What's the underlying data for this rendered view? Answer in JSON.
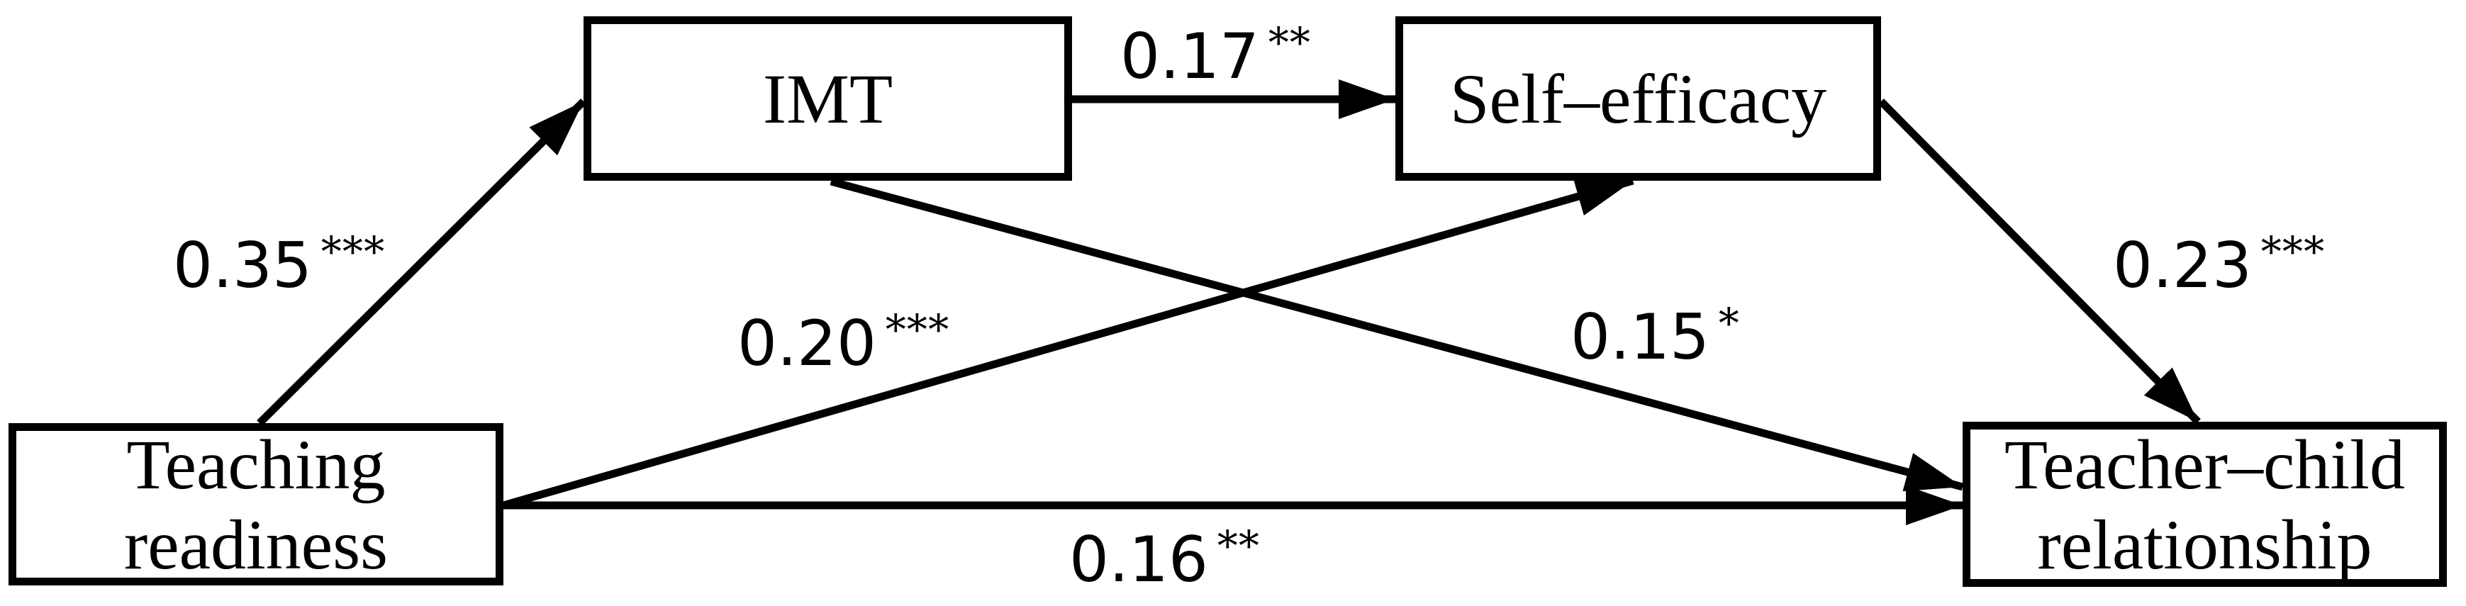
{
  "diagram": {
    "type": "path-model",
    "background_color": "#ffffff",
    "line_color": "#000000",
    "text_color": "#000000",
    "boxes": [
      {
        "id": "teaching-readiness",
        "label": "Teaching\nreadiness"
      },
      {
        "id": "imt",
        "label": "IMT"
      },
      {
        "id": "self-efficacy",
        "label": "Self–efficacy"
      },
      {
        "id": "teacher-child",
        "label": "Teacher–child\nrelationship"
      }
    ],
    "paths": [
      {
        "from": "teaching-readiness",
        "to": "imt",
        "coefficient": "0.35",
        "significance": "***"
      },
      {
        "from": "imt",
        "to": "self-efficacy",
        "coefficient": "0.17",
        "significance": "**"
      },
      {
        "from": "teaching-readiness",
        "to": "self-efficacy",
        "coefficient": "0.20",
        "significance": "***"
      },
      {
        "from": "imt",
        "to": "teacher-child",
        "coefficient": "0.15",
        "significance": "*"
      },
      {
        "from": "self-efficacy",
        "to": "teacher-child",
        "coefficient": "0.23",
        "significance": "***"
      },
      {
        "from": "teaching-readiness",
        "to": "teacher-child",
        "coefficient": "0.16",
        "significance": "**"
      }
    ]
  }
}
